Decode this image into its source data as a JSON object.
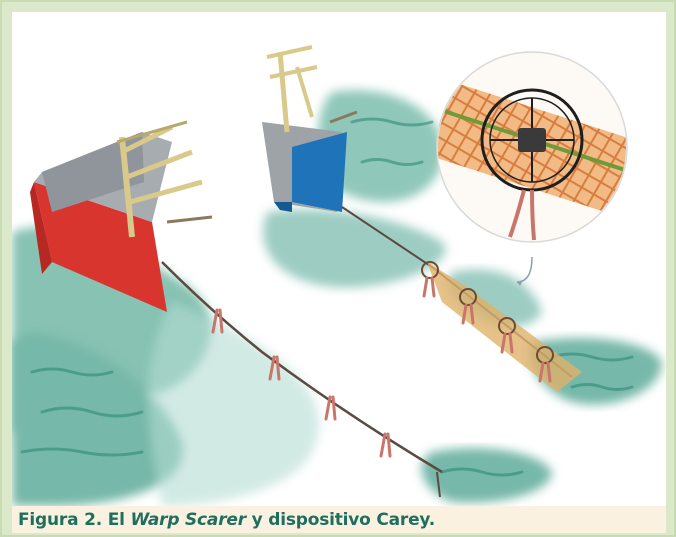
{
  "caption": {
    "label": "Figura 2.",
    "text_before": " El ",
    "italic_term": "Warp Scarer",
    "text_after": " y dispositivo Carey."
  },
  "colors": {
    "frame_background": "#dbe8c9",
    "caption_background": "#fbf1e1",
    "caption_text": "#1f6f5f",
    "sea_wash": "#3f9a86",
    "red_vessel": "#d8352e",
    "blue_vessel": "#1f73b8",
    "streamer": "#c9766a",
    "carey_device": "#e89a55"
  },
  "illustration": {
    "subject": "watercolor-sketch",
    "icons": [
      "red-trawler-icon",
      "blue-trawler-icon",
      "streamer-line-icon",
      "carey-device-detail-icon"
    ]
  }
}
